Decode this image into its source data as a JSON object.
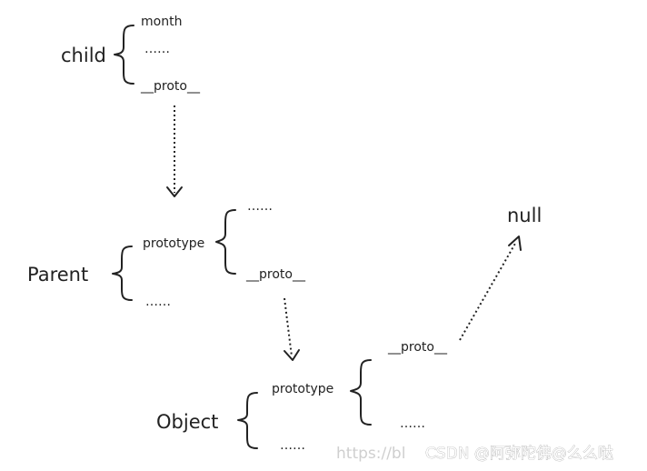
{
  "child": {
    "label": "child",
    "items": [
      "month",
      "……",
      "__proto__"
    ]
  },
  "parent": {
    "label": "Parent",
    "items": [
      "prototype",
      "……"
    ],
    "prototype_items": [
      "……",
      "__proto__"
    ]
  },
  "object": {
    "label": "Object",
    "items": [
      "prototype",
      "……"
    ],
    "prototype_items": [
      "__proto__",
      "……"
    ]
  },
  "null_label": "null",
  "watermark": {
    "url_fragment": "https://bl",
    "credit": "CSDN @阿弥陀佛@么么哒"
  }
}
